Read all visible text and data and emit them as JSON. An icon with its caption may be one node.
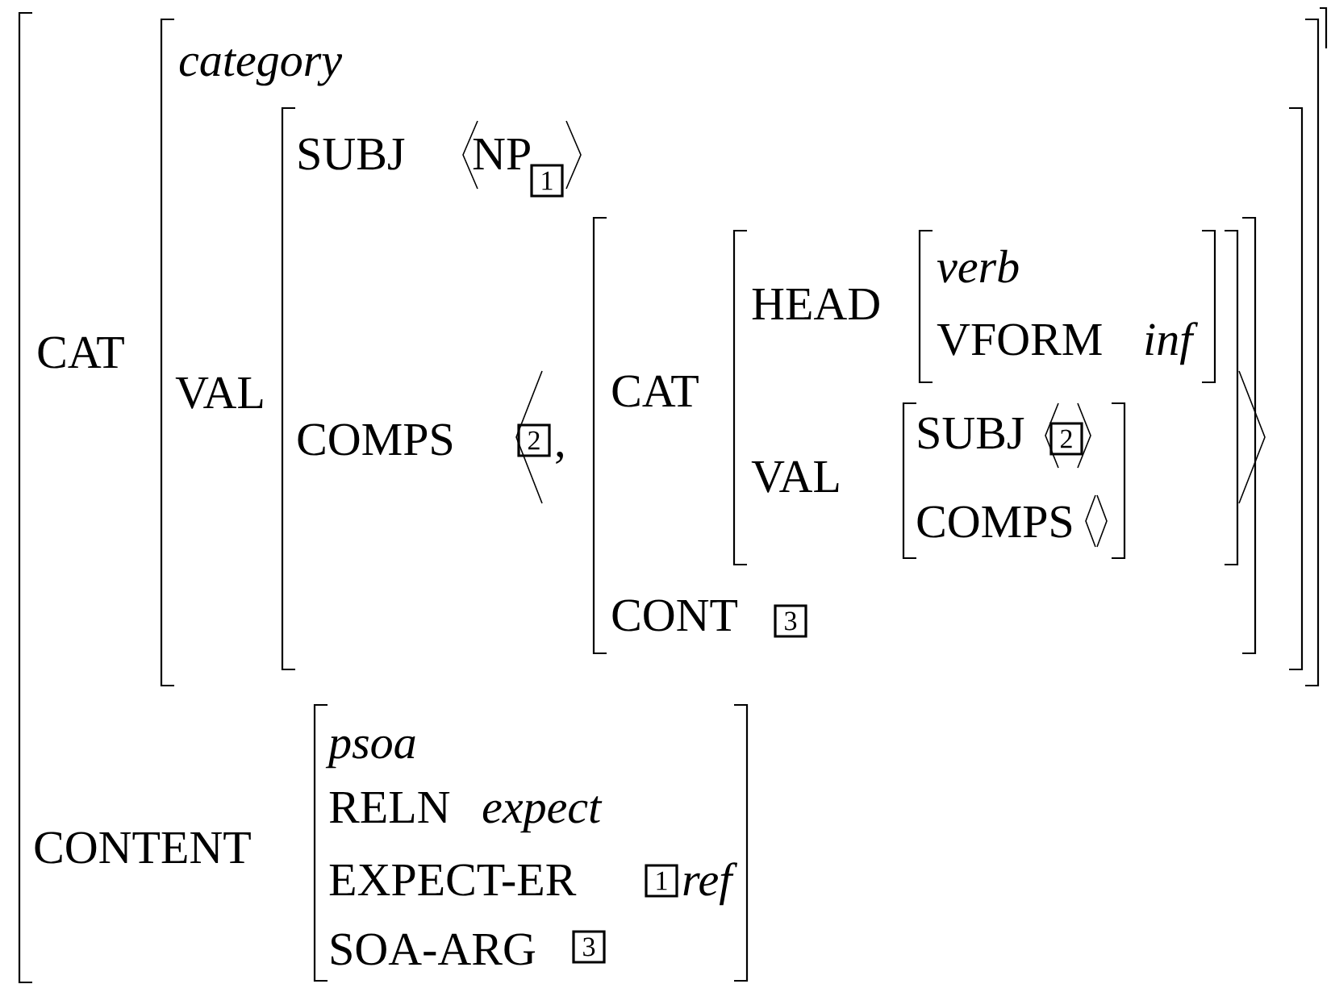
{
  "diagram": {
    "nodes": [
      {
        "text": [
          "CAT",
          "CONTENT"
        ]
      },
      {
        "text": [
          "category",
          "VAL"
        ],
        "in": 0
      },
      {
        "text": [
          "SUBJ",
          "NP",
          "COMPS"
        ],
        "in": 1
      },
      {
        "text": [
          "1"
        ],
        "in": 2
      },
      {
        "text": [
          "2"
        ],
        "in": 2
      },
      {
        "text": [
          "CAT",
          "CONT"
        ],
        "in": 2
      },
      {
        "text": [
          "HEAD",
          "VAL"
        ],
        "in": 5
      },
      {
        "text": [
          "verb",
          "VFORM",
          "inf"
        ],
        "in": 6
      },
      {
        "text": [
          "SUBJ",
          "COMPS"
        ],
        "in": 6
      },
      {
        "text": [
          "2"
        ],
        "in": 8
      },
      {
        "text": [
          "3"
        ],
        "in": 5
      },
      {
        "text": [
          "psoa",
          "RELN",
          "expect",
          "EXPECT-ER",
          "ref",
          "SOA-ARG"
        ],
        "in": 0
      },
      {
        "text": [
          "1"
        ],
        "in": 11
      },
      {
        "text": [
          "3"
        ],
        "in": 11
      }
    ],
    "edges": [],
    "labels": [
      ","
    ]
  }
}
